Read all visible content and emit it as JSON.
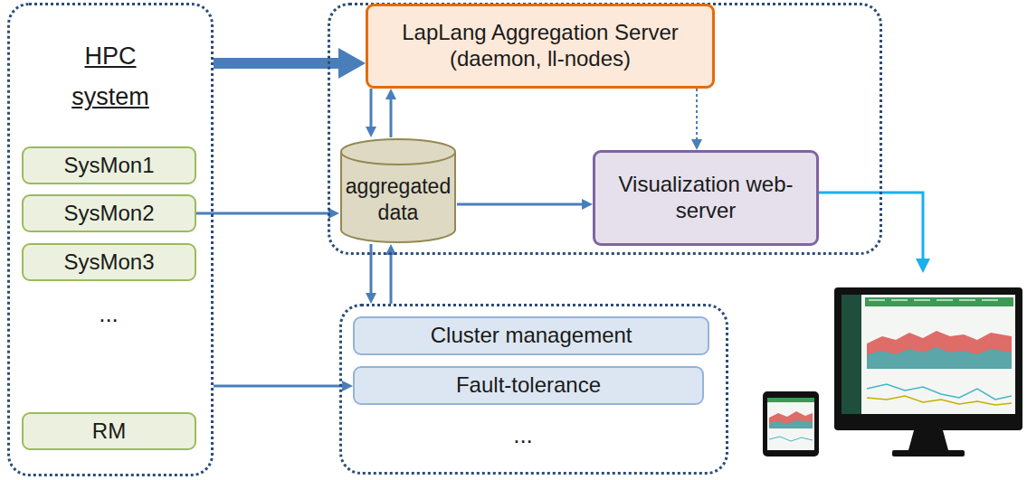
{
  "diagram": {
    "nodes": [
      {
        "text": [
          "HPC system"
        ]
      },
      {
        "text": [
          "SysMon1"
        ],
        "in": 0
      },
      {
        "text": [
          "SysMon2"
        ],
        "in": 0
      },
      {
        "text": [
          "SysMon3"
        ],
        "in": 0
      },
      {
        "text": [
          "RM"
        ],
        "in": 0
      },
      {
        "text": []
      },
      {
        "text": [
          "LapLang Aggregation Server (daemon, ll-nodes)"
        ],
        "in": 5
      },
      {
        "text": [
          "aggregated data"
        ],
        "in": 5
      },
      {
        "text": [
          "Visualization web-server"
        ],
        "in": 5
      },
      {
        "text": []
      },
      {
        "text": [
          "Cluster management"
        ],
        "in": 9
      },
      {
        "text": [
          "Fault-tolerance"
        ],
        "in": 9
      }
    ],
    "edges": [
      {
        "from": 0,
        "to": 6,
        "arrow": "to"
      },
      {
        "from": 2,
        "to": 7,
        "arrow": "to"
      },
      {
        "from": 6,
        "to": 7,
        "arrow": "to"
      },
      {
        "from": 7,
        "to": 6,
        "arrow": "to"
      },
      {
        "from": 6,
        "to": 8,
        "arrow": "to"
      },
      {
        "from": 7,
        "to": 8,
        "arrow": "to"
      },
      {
        "from": 7,
        "to": 9,
        "arrow": "to"
      },
      {
        "from": 9,
        "to": 7,
        "arrow": "to"
      },
      {
        "from": 0,
        "to": 11,
        "arrow": "to"
      }
    ],
    "labels": [
      "...",
      "..."
    ]
  }
}
